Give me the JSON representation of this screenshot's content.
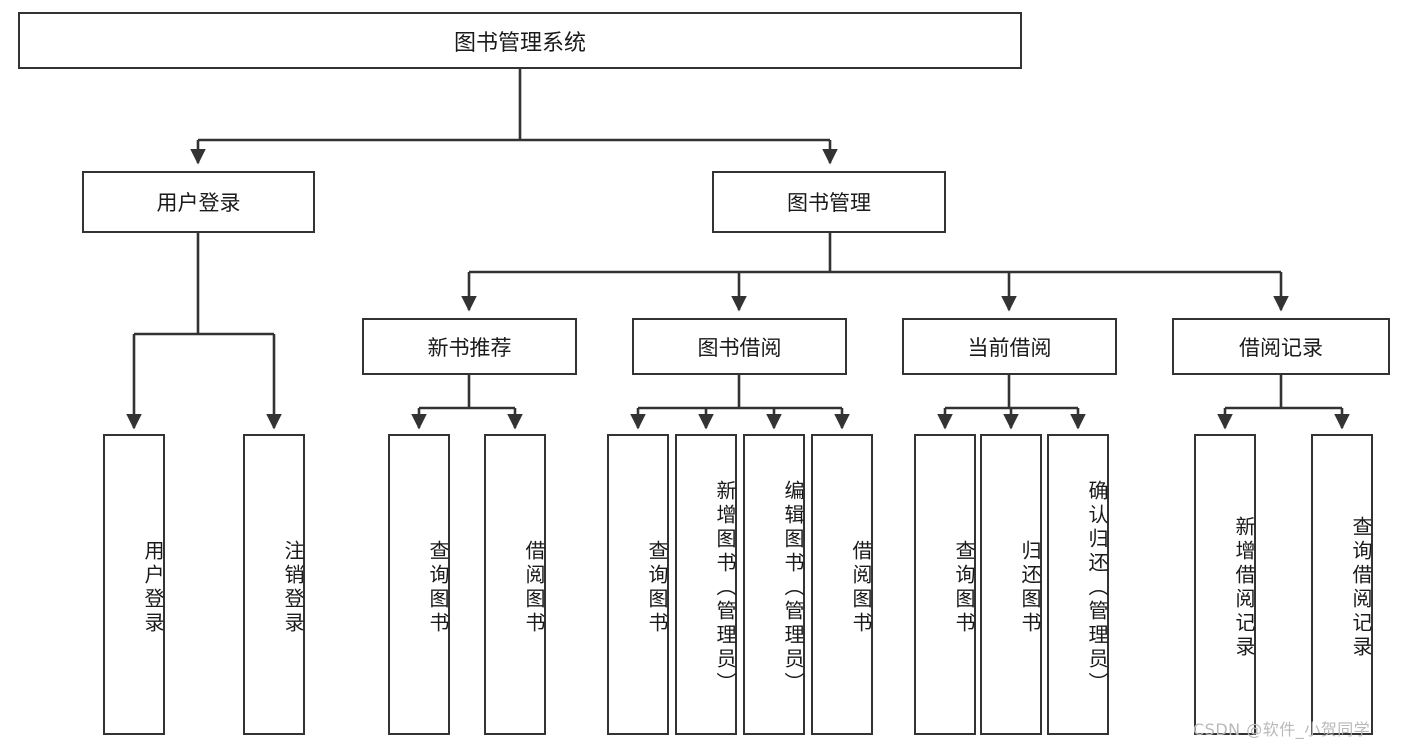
{
  "diagram": {
    "type": "tree",
    "title": "图书管理系统",
    "nodes": {
      "root": {
        "label": "图书管理系统"
      },
      "user_login": {
        "label": "用户登录"
      },
      "book_mgmt": {
        "label": "图书管理"
      },
      "new_book_rec": {
        "label": "新书推荐"
      },
      "book_borrow": {
        "label": "图书借阅"
      },
      "cur_borrow": {
        "label": "当前借阅"
      },
      "borrow_log": {
        "label": "借阅记录"
      },
      "leaf_login": {
        "label": "用户登录"
      },
      "leaf_logout": {
        "label": "注销登录"
      },
      "leaf_query_book_1": {
        "label": "查询图书"
      },
      "leaf_borrow_book_1": {
        "label": "借阅图书"
      },
      "leaf_query_book_2": {
        "label": "查询图书"
      },
      "leaf_add_book": {
        "label": "新增图书（管理员）"
      },
      "leaf_edit_book": {
        "label": "编辑图书（管理员）"
      },
      "leaf_borrow_book_2": {
        "label": "借阅图书"
      },
      "leaf_query_book_3": {
        "label": "查询图书"
      },
      "leaf_return_book": {
        "label": "归还图书"
      },
      "leaf_confirm_ret": {
        "label": "确认归还（管理员）"
      },
      "leaf_add_log": {
        "label": "新增借阅记录"
      },
      "leaf_query_log": {
        "label": "查询借阅记录"
      }
    }
  },
  "watermark": {
    "text": "CSDN @软件_小贺同学"
  },
  "colors": {
    "stroke": "#333333",
    "background": "#ffffff",
    "text": "#1a1a1a",
    "watermark": "#b9b9b9"
  }
}
